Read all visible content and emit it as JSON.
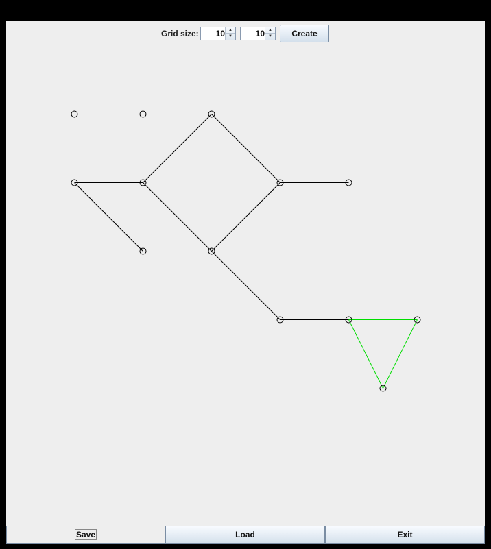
{
  "toolbar": {
    "grid_label": "Grid size:",
    "grid_cols": "10",
    "grid_rows": "10",
    "create_label": "Create"
  },
  "graph": {
    "nodes": [
      [
        1,
        1
      ],
      [
        2,
        1
      ],
      [
        3,
        1
      ],
      [
        1,
        2
      ],
      [
        2,
        2
      ],
      [
        4,
        2
      ],
      [
        5,
        2
      ],
      [
        2,
        3
      ],
      [
        3,
        3
      ],
      [
        4,
        4
      ],
      [
        5,
        4
      ],
      [
        6,
        4
      ],
      [
        5.5,
        5
      ]
    ],
    "edges": [
      [
        [
          1,
          1
        ],
        [
          2,
          1
        ]
      ],
      [
        [
          2,
          1
        ],
        [
          3,
          1
        ]
      ],
      [
        [
          3,
          1
        ],
        [
          2,
          2
        ]
      ],
      [
        [
          3,
          1
        ],
        [
          4,
          2
        ]
      ],
      [
        [
          1,
          2
        ],
        [
          2,
          2
        ]
      ],
      [
        [
          1,
          2
        ],
        [
          2,
          3
        ]
      ],
      [
        [
          2,
          2
        ],
        [
          3,
          3
        ]
      ],
      [
        [
          4,
          2
        ],
        [
          3,
          3
        ]
      ],
      [
        [
          4,
          2
        ],
        [
          5,
          2
        ]
      ],
      [
        [
          3,
          3
        ],
        [
          4,
          4
        ]
      ],
      [
        [
          4,
          4
        ],
        [
          5,
          4
        ]
      ]
    ],
    "highlight_edges": [
      [
        [
          5,
          4
        ],
        [
          6,
          4
        ]
      ],
      [
        [
          6,
          4
        ],
        [
          5.5,
          5
        ]
      ],
      [
        [
          5.5,
          5
        ],
        [
          5,
          4
        ]
      ]
    ],
    "edge_color": "#000000",
    "highlight_color": "#00dd00",
    "background": "#eeeeee"
  },
  "bottom": {
    "save_label": "Save",
    "load_label": "Load",
    "exit_label": "Exit"
  }
}
